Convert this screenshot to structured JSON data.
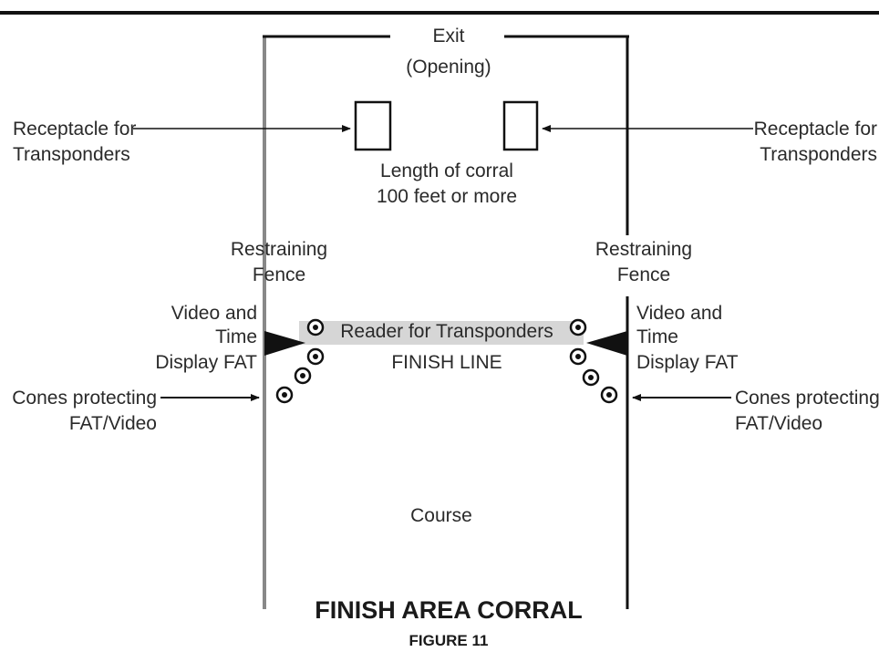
{
  "exit": {
    "line1": "Exit",
    "line2": "(Opening)"
  },
  "receptacle_left": {
    "line1": "Receptacle for",
    "line2": "Transponders"
  },
  "receptacle_right": {
    "line1": "Receptacle for",
    "line2": "Transponders"
  },
  "corral_length": {
    "line1": "Length of corral",
    "line2": "100 feet or more"
  },
  "fence_left": {
    "line1": "Restraining",
    "line2": "Fence"
  },
  "fence_right": {
    "line1": "Restraining",
    "line2": "Fence"
  },
  "video_left": {
    "line1": "Video and",
    "line2": "Time",
    "line3": "Display FAT"
  },
  "video_right": {
    "line1": "Video and",
    "line2": "Time",
    "line3": "Display FAT"
  },
  "reader": "Reader for Transponders",
  "finish_line": "FINISH LINE",
  "cones_left": {
    "line1": "Cones protecting",
    "line2": "FAT/Video"
  },
  "cones_right": {
    "line1": "Cones protecting",
    "line2": "FAT/Video"
  },
  "course": "Course",
  "title": "FINISH AREA CORRAL",
  "figure": "FIGURE 11"
}
